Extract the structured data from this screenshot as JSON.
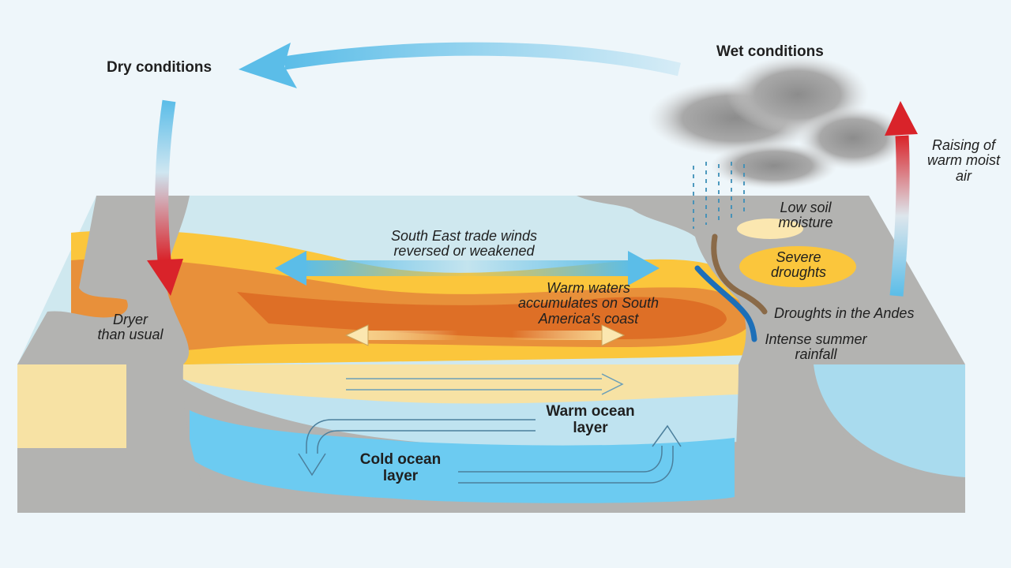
{
  "labels": {
    "dry_conditions": "Dry conditions",
    "wet_conditions": "Wet conditions",
    "raising_air": "Raising of\nwarm moist\nair",
    "low_soil_moisture": "Low soil\nmoisture",
    "severe_droughts": "Severe\ndroughts",
    "trade_winds": "South East trade winds\nreversed or weakened",
    "warm_waters": "Warm waters\naccumulates on South\nAmerica's coast",
    "droughts_andes": "Droughts in the Andes",
    "intense_rainfall": "Intense summer\nrainfall",
    "dryer_than_usual": "Dryer\nthan usual",
    "warm_ocean_layer": "Warm ocean\nlayer",
    "cold_ocean_layer": "Cold ocean\nlayer"
  },
  "colors": {
    "background": "#eef6fa",
    "sky_arrow_blue": "#5bbde8",
    "hot_arrow_red": "#d9232a",
    "warm_water_orange": "#e07a2c",
    "warm_water_yellow": "#fbc63c",
    "cold_layer_blue": "#6ccbf1",
    "land_grey": "#b3b3b1",
    "ocean_light": "#cfe8ef"
  }
}
